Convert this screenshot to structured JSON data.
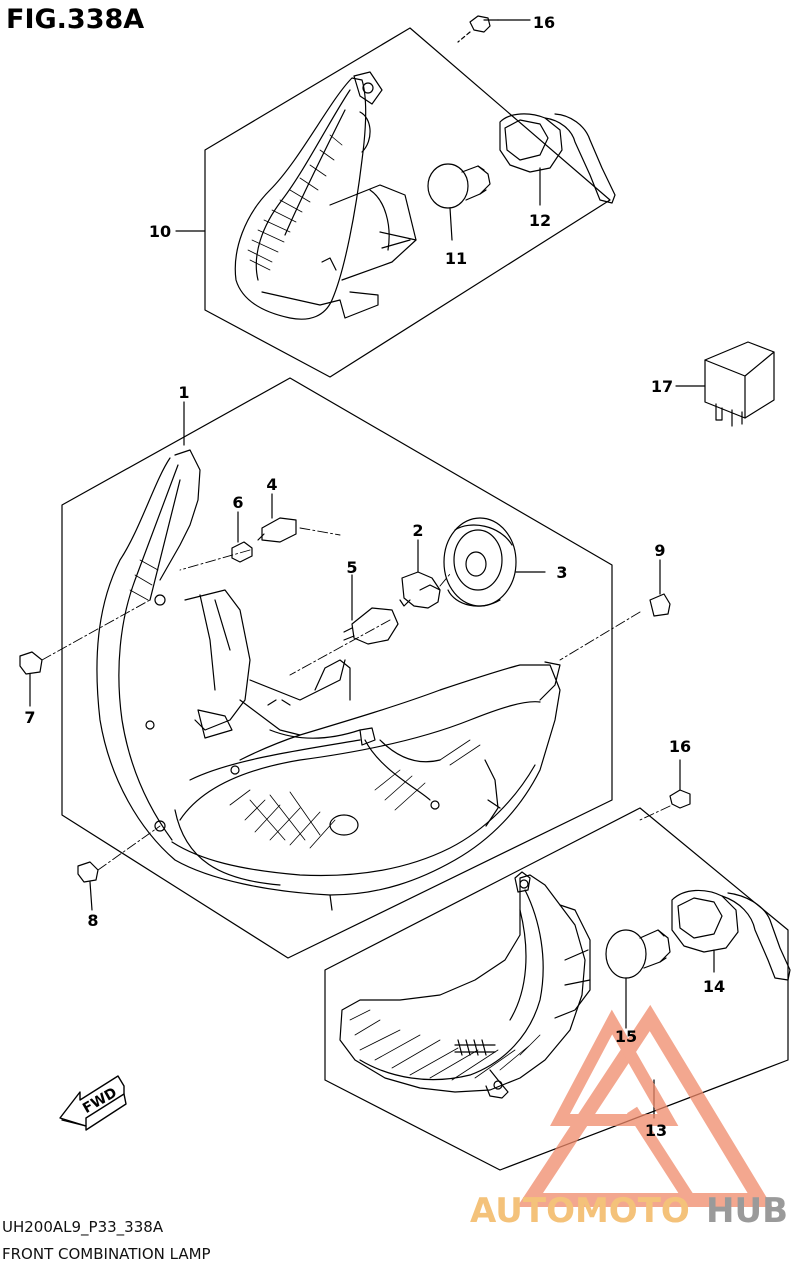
{
  "figure": {
    "title": "FIG.338A",
    "code": "UH200AL9_P33_338A",
    "description": "FRONT COMBINATION LAMP"
  },
  "fwd_label": "FWD",
  "parts": [
    {
      "num": "1"
    },
    {
      "num": "2"
    },
    {
      "num": "3"
    },
    {
      "num": "4"
    },
    {
      "num": "5"
    },
    {
      "num": "6"
    },
    {
      "num": "7"
    },
    {
      "num": "8"
    },
    {
      "num": "9"
    },
    {
      "num": "10"
    },
    {
      "num": "11"
    },
    {
      "num": "12"
    },
    {
      "num": "13"
    },
    {
      "num": "14"
    },
    {
      "num": "15"
    },
    {
      "num": "16"
    },
    {
      "num": "16"
    },
    {
      "num": "17"
    }
  ],
  "watermark": {
    "text_part1": "AUTOMOTO",
    "text_part2": "HUB",
    "color_primary": "#f08a6a",
    "color_secondary": "#9a9a9a",
    "color_accent": "#f4c27a"
  }
}
